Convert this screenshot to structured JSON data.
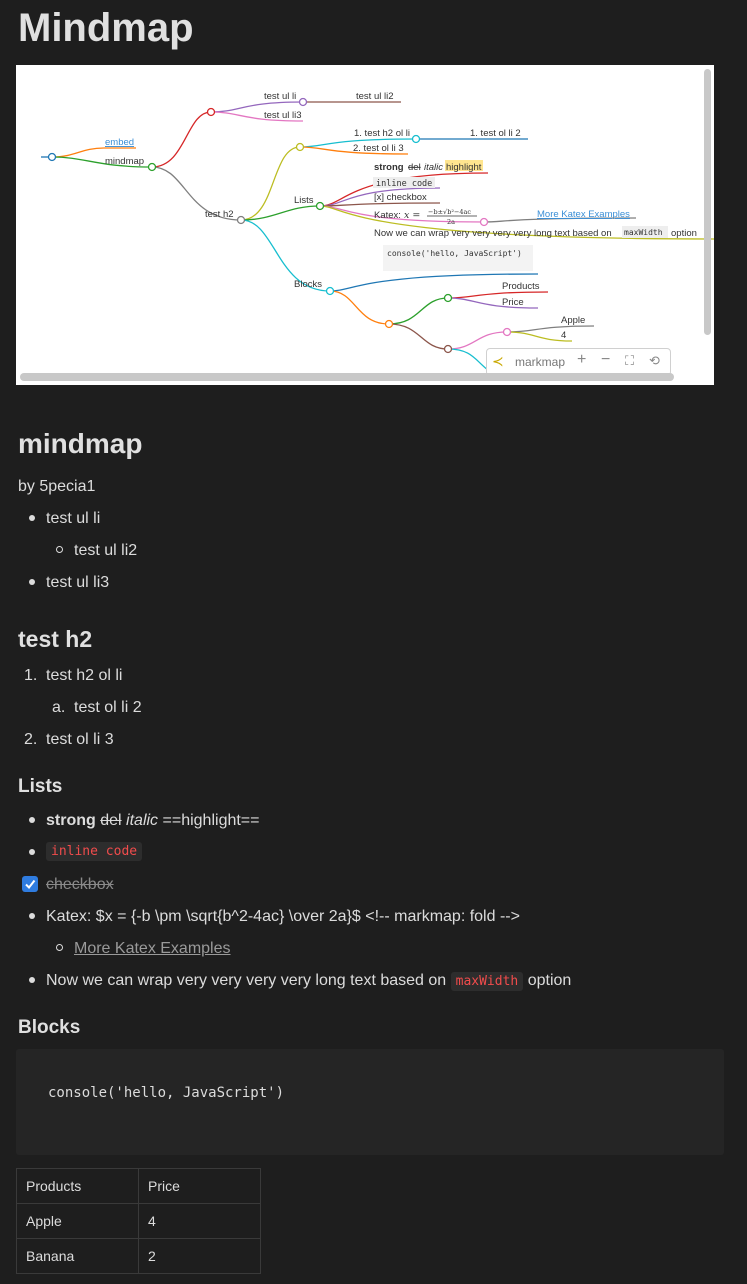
{
  "page": {
    "title": "Mindmap"
  },
  "mindmap_widget": {
    "nodes": {
      "root_embed": "embed",
      "root_mindmap": "mindmap",
      "ul_li": "test ul li",
      "ul_li2": "test ul li2",
      "ul_li3": "test ul li3",
      "h2": "test h2",
      "ol_li": "1. test h2 ol li",
      "ol_li2": "1. test ol li 2",
      "ol_li3": "2. test ol li 3",
      "lists": "Lists",
      "strong": "strong",
      "del": "del",
      "italic": "italic",
      "highlight": "highlight",
      "inline_code": "inline code",
      "checkbox": "[x] checkbox",
      "katex": "Katex:",
      "katex_more": "More Katex Examples",
      "wrap_text": "Now we can wrap very very very very long text based on",
      "wrap_code": "maxWidth",
      "wrap_tail": "option",
      "blocks": "Blocks",
      "console": "console('hello, JavaScript')",
      "products": "Products",
      "price": "Price",
      "apple": "Apple",
      "four": "4"
    },
    "toolbar": {
      "brand": "markmap",
      "zoom_in": "+",
      "zoom_out": "−",
      "fit": "⛶",
      "toggle": "⟲"
    }
  },
  "section_mindmap": {
    "heading": "mindmap",
    "author": "by 5pecia1",
    "items": [
      "test ul li",
      "test ul li2",
      "test ul li3"
    ]
  },
  "section_h2": {
    "heading": "test h2",
    "items": [
      {
        "marker": "1.",
        "text": "test h2 ol li"
      },
      {
        "marker": "a.",
        "text": "test ol li 2"
      },
      {
        "marker": "2.",
        "text": "test ol li 3"
      }
    ]
  },
  "section_lists": {
    "heading": "Lists",
    "strong": "strong",
    "del": "del",
    "italic": "italic",
    "highlight": "==highlight==",
    "inline_code": "inline code",
    "checkbox": "checkbox",
    "katex": "Katex: $x = {-b \\pm \\sqrt{b^2-4ac} \\over 2a}$ <!-- markmap: fold -->",
    "katex_link": "More Katex Examples",
    "wrap_text": "Now we can wrap very very very very long text based on",
    "wrap_code": "maxWidth",
    "wrap_tail": "option"
  },
  "section_blocks": {
    "heading": "Blocks",
    "code": "console('hello, JavaScript')",
    "table": {
      "headers": [
        "Products",
        "Price"
      ],
      "rows": [
        [
          "Apple",
          "4"
        ],
        [
          "Banana",
          "2"
        ]
      ]
    }
  },
  "colors": {
    "background": "#1e1e1e",
    "text": "#dcdcdc",
    "inline_code": "#f14c4c",
    "checkbox": "#2f7ce0"
  }
}
